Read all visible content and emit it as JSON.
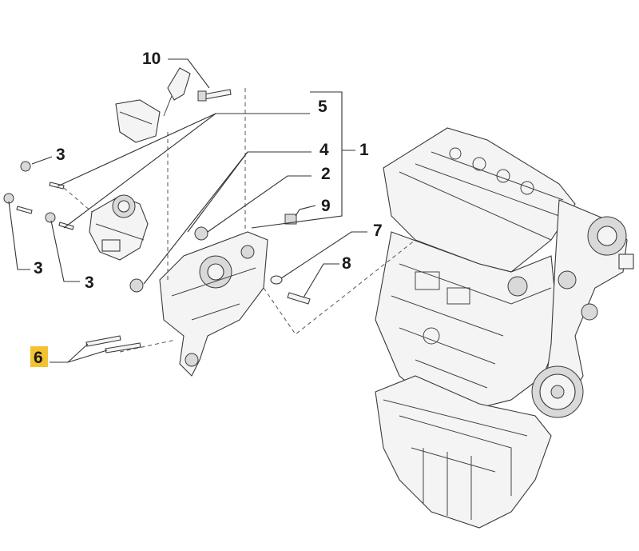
{
  "callouts": {
    "c1": "1",
    "c2": "2",
    "c3a": "3",
    "c3b": "3",
    "c3c": "3",
    "c4": "4",
    "c5": "5",
    "c6": "6",
    "c7": "7",
    "c8": "8",
    "c9": "9",
    "c10": "10"
  },
  "colors": {
    "highlight": "#f2c230",
    "ink": "#1a1a1a"
  }
}
